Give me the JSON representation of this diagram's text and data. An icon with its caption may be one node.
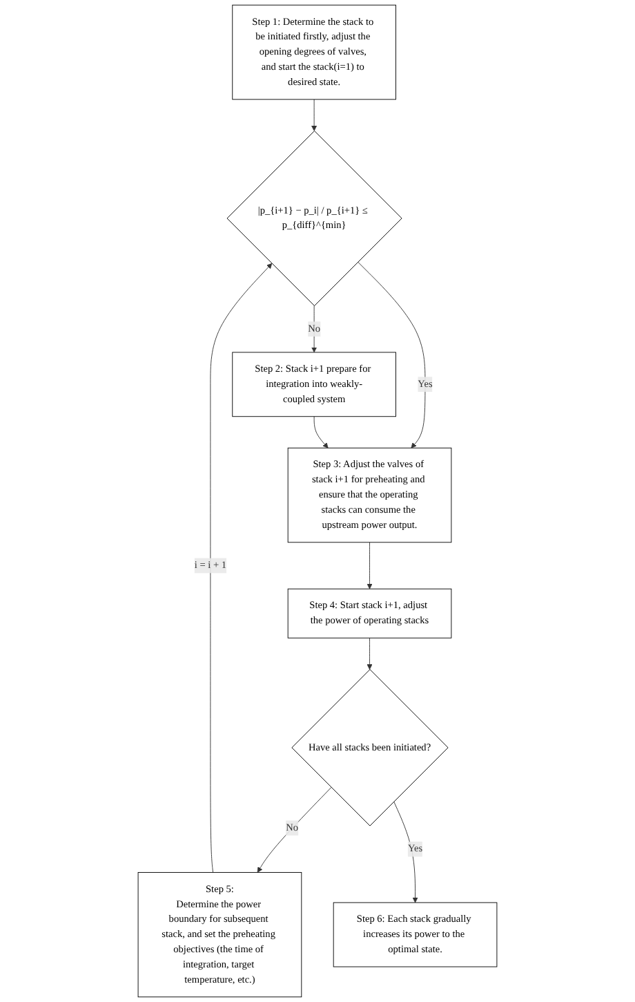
{
  "diagram": {
    "nodes": [
      {
        "text": [
          "Step 1: Determine the stack to be initiated firstly, adjust the opening degrees of valves, and start the stack(i=1) to desired state."
        ]
      },
      {
        "text": [
          "|p_{i+1} − p_i| / p_{i+1} ≤ p_{diff}^{min}"
        ]
      },
      {
        "text": [
          "Step 2: Stack i+1 prepare for integration into weakly-coupled system"
        ]
      },
      {
        "text": [
          "Step 3: Adjust the valves of stack i+1 for preheating and ensure that the operating stacks can consume the upstream power output."
        ]
      },
      {
        "text": [
          "Step 4: Start stack i+1, adjust the power of operating stacks"
        ]
      },
      {
        "text": [
          "Have all stacks been initiated?"
        ]
      },
      {
        "text": [
          "Step 5:",
          "Determine the power boundary for subsequent stack, and set the preheating objectives (the time of integration, target temperature, etc.)"
        ]
      },
      {
        "text": [
          "Step 6: Each stack gradually increases its power to the optimal state."
        ]
      }
    ],
    "edges": [
      {
        "from": 0,
        "to": 1,
        "arrow": "to"
      },
      {
        "from": 1,
        "to": 2,
        "arrow": "to",
        "label": "No"
      },
      {
        "from": 1,
        "to": 3,
        "arrow": "to",
        "label": "Yes"
      },
      {
        "from": 2,
        "to": 3,
        "arrow": "to"
      },
      {
        "from": 3,
        "to": 4,
        "arrow": "to"
      },
      {
        "from": 4,
        "to": 5,
        "arrow": "to"
      },
      {
        "from": 5,
        "to": 6,
        "arrow": "to",
        "label": "No"
      },
      {
        "from": 6,
        "to": 1,
        "arrow": "to",
        "label": "i = i + 1"
      },
      {
        "from": 5,
        "to": 7,
        "arrow": "to",
        "label": "Yes"
      }
    ]
  }
}
